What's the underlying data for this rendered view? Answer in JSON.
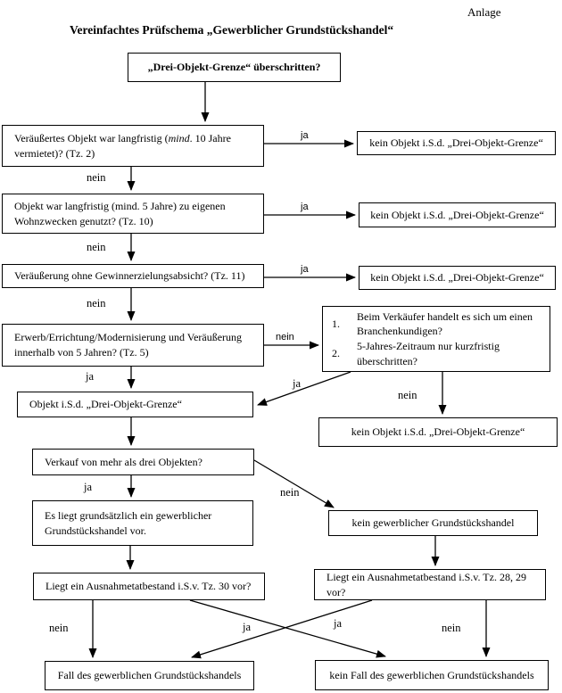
{
  "page": {
    "corner_annotation": "Anlage",
    "title": "Vereinfachtes Prüfschema „Gewerblicher Grundstückshandel“"
  },
  "colors": {
    "ink": "#000000",
    "background": "#ffffff"
  },
  "boxes": {
    "start": {
      "text": "„Drei-Objekt-Grenze“ überschritten?"
    },
    "q_rented": {
      "pre": "Veräußertes Objekt war langfristig (",
      "em": "mind",
      "post": ". 10 Jahre vermietet)? (Tz. 2)"
    },
    "r1": {
      "text": "kein Objekt i.S.d. „Drei-Objekt-Grenze“"
    },
    "q_own_use": {
      "text": "Objekt war langfristig (mind. 5 Jahre) zu eigenen Wohnzwecken genutzt? (Tz. 10)"
    },
    "r2": {
      "text": "kein Objekt i.S.d. „Drei-Objekt-Grenze“"
    },
    "q_no_profit": {
      "text": "Veräußerung ohne Gewinnerzielungsabsicht? (Tz. 11)"
    },
    "r3": {
      "text": "kein Objekt i.S.d. „Drei-Objekt-Grenze“"
    },
    "q_five_years": {
      "text": "Erwerb/Errichtung/Modernisierung und Veräußerung innerhalb von 5 Jahren? (Tz. 5)"
    },
    "side_check": {
      "item1_num": "1.",
      "item1": "Beim Verkäufer handelt es sich um einen Branchenkundigen?",
      "item2_num": "2.",
      "item2": "5-Jahres-Zeitraum nur kurzfristig überschritten?"
    },
    "object_yes": {
      "text": "Objekt i.S.d. „Drei-Objekt-Grenze“"
    },
    "r4": {
      "text": "kein Objekt i.S.d. „Drei-Objekt-Grenze“"
    },
    "q_more_than_three": {
      "text": "Verkauf von mehr als drei Objekten?"
    },
    "commercial": {
      "text": "Es liegt grundsätzlich ein gewerblicher Grundstückshandel vor."
    },
    "not_commercial": {
      "text": "kein gewerblicher Grundstückshandel"
    },
    "q_exception_30": {
      "text": "Liegt ein Ausnahmetatbestand i.S.v. Tz. 30 vor?"
    },
    "q_exception_28_29": {
      "text": "Liegt ein Ausnahmetatbestand i.S.v. Tz. 28, 29 vor?"
    },
    "final_case": {
      "text": "Fall des gewerblichen Grundstückshandels"
    },
    "final_no_case": {
      "text": "kein Fall des gewerblichen Grundstückshandels"
    }
  },
  "edge_labels": {
    "ja1": "ja",
    "nein1": "nein",
    "ja2": "ja",
    "nein2": "nein",
    "ja3": "ja",
    "nein3": "nein",
    "nein4": "nein",
    "ja4": "ja",
    "ja5": "ja",
    "nein5": "nein",
    "ja6": "ja",
    "nein6": "nein",
    "nein7": "nein",
    "ja7": "ja",
    "ja8": "ja",
    "nein8": "nein"
  }
}
